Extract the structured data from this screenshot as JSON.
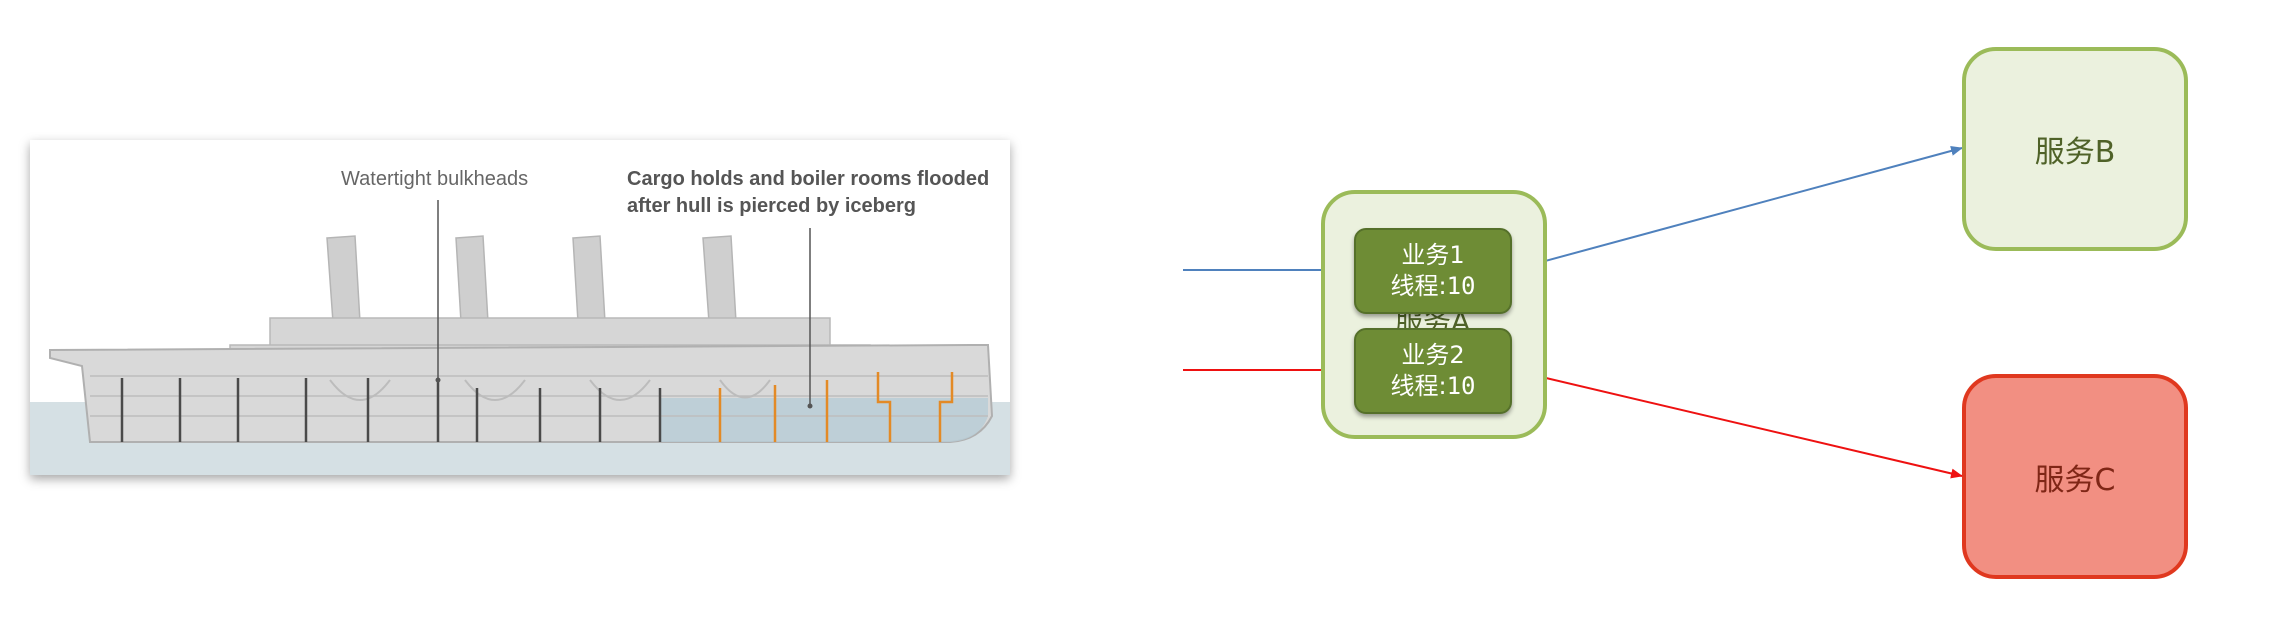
{
  "ship": {
    "bulkheads_label": "Watertight bulkheads",
    "flooded_label": "Cargo holds and boiler rooms flooded after hull is pierced by iceberg"
  },
  "diagram": {
    "service_a": "服务A",
    "service_b": "服务B",
    "service_c": "服务C",
    "business_1": {
      "name": "业务1",
      "threads_label": "线程:",
      "threads_value": "10"
    },
    "business_2": {
      "name": "业务2",
      "threads_label": "线程:",
      "threads_value": "10"
    },
    "colors": {
      "blue_arrow": "#4f81bd",
      "red_arrow": "#ee1111",
      "service_green_fill": "#ebf1de",
      "service_green_border": "#9bbb59",
      "service_red_fill": "#f28f82",
      "service_red_border": "#e0381f",
      "business_fill": "#6e8c35"
    }
  }
}
